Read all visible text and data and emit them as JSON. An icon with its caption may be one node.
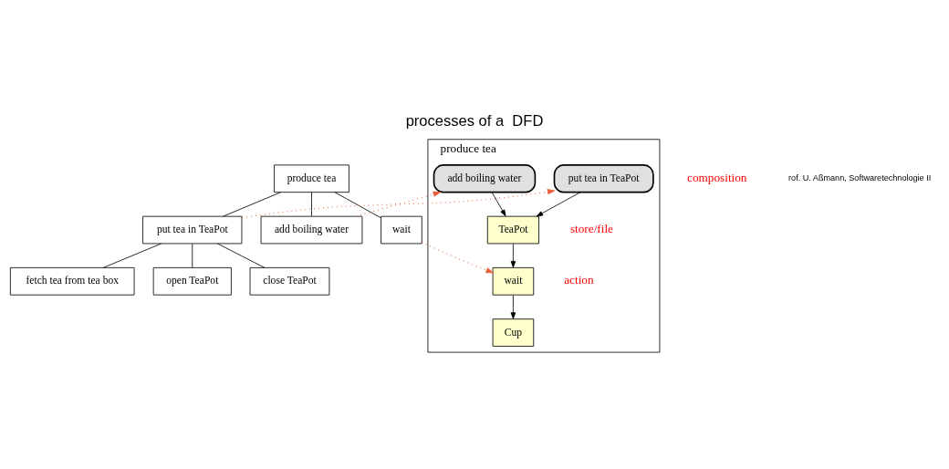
{
  "diagram": {
    "title": "processes of a  DFD",
    "nodes": [
      {
        "text": [
          "produce tea"
        ]
      },
      {
        "text": [
          "put tea in TeaPot"
        ]
      },
      {
        "text": [
          "add boiling water"
        ]
      },
      {
        "text": [
          "wait"
        ]
      },
      {
        "text": [
          "fetch tea from tea box"
        ]
      },
      {
        "text": [
          "open TeaPot"
        ]
      },
      {
        "text": [
          "close TeaPot"
        ]
      },
      {
        "text": [
          "produce tea"
        ]
      },
      {
        "text": [
          "put tea in TeaPot"
        ],
        "in": 7
      },
      {
        "text": [
          "add boiling water"
        ],
        "in": 7
      },
      {
        "text": [
          "TeaPot"
        ],
        "in": 7,
        "beside": [
          "store/file"
        ]
      },
      {
        "text": [
          "wait"
        ],
        "in": 7,
        "beside": [
          "action"
        ]
      },
      {
        "text": [
          "Cup"
        ],
        "in": 7
      }
    ],
    "edges": [
      {
        "from": 0,
        "to": 1,
        "arrow": "none"
      },
      {
        "from": 0,
        "to": 2,
        "arrow": "none"
      },
      {
        "from": 0,
        "to": 3,
        "arrow": "none"
      },
      {
        "from": 1,
        "to": 4,
        "arrow": "none"
      },
      {
        "from": 1,
        "to": 5,
        "arrow": "none"
      },
      {
        "from": 1,
        "to": 6,
        "arrow": "none"
      },
      {
        "from": 1,
        "to": 8,
        "arrow": "to",
        "style": "dashed",
        "color": "#e8603c"
      },
      {
        "from": 2,
        "to": 9,
        "arrow": "to",
        "style": "dashed",
        "color": "#e8603c"
      },
      {
        "from": 3,
        "to": 11,
        "arrow": "to",
        "style": "dashed",
        "color": "#e8603c"
      },
      {
        "from": 8,
        "to": 10,
        "arrow": "to"
      },
      {
        "from": 9,
        "to": 10,
        "arrow": "to"
      },
      {
        "from": 10,
        "to": 11,
        "arrow": "to"
      },
      {
        "from": 11,
        "to": 12,
        "arrow": "to"
      }
    ],
    "labels": [
      "composition",
      "rof. U. Aßmann, Softwaretechnologie II"
    ]
  }
}
